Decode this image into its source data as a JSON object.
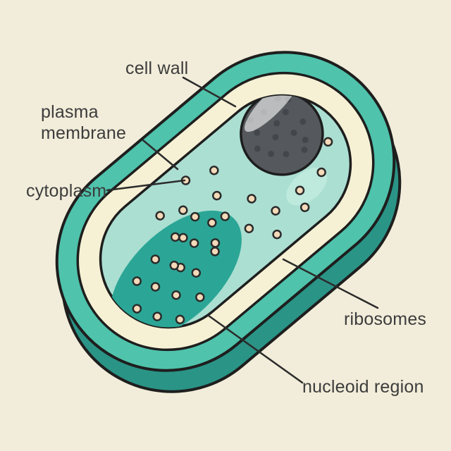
{
  "labels": {
    "cell_wall": "cell wall",
    "plasma_membrane": "plasma membrane",
    "cytoplasm": "cytoplasm",
    "ribosomes": "ribosomes",
    "nucleoid_region": "nucleoid region"
  },
  "colors": {
    "background": "#f2edda",
    "cell_side": "#2a9486",
    "cell_wall_outer": "#4fc3ab",
    "cell_wall_band": "#f6f1d4",
    "cytoplasm": "#abdfd2",
    "cytoplasm_light_patch": "#c4ece0",
    "nucleoid": "#2ba696",
    "granule_body": "#55595d",
    "granule_dots": "#43474b",
    "ribosome_fill": "#f4dab9",
    "ribosome_stroke": "#2b2b2b",
    "outline": "#1e1e1e",
    "leader_line": "#2b2b2b",
    "label_text": "#3c3c3c"
  },
  "diagram": {
    "ribosome_positions": {
      "upper": [
        [
          -15,
          -70
        ],
        [
          25,
          -55
        ],
        [
          -45,
          -40
        ],
        [
          5,
          -25
        ],
        [
          -5,
          5
        ],
        [
          40,
          10
        ],
        [
          -40,
          25
        ],
        [
          10,
          40
        ],
        [
          55,
          45
        ],
        [
          100,
          45
        ],
        [
          140,
          45
        ],
        [
          175,
          18
        ],
        [
          -70,
          -10
        ],
        [
          -75,
          -55
        ],
        [
          -100,
          20
        ],
        [
          90,
          68
        ],
        [
          35,
          72
        ]
      ],
      "nucleoid": [
        [
          -160,
          -5
        ],
        [
          -120,
          -12
        ],
        [
          -78,
          -18
        ],
        [
          -38,
          -22
        ],
        [
          -185,
          25
        ],
        [
          -145,
          18
        ],
        [
          -105,
          12
        ],
        [
          -63,
          6
        ],
        [
          -25,
          0
        ],
        [
          -170,
          52
        ],
        [
          -130,
          46
        ],
        [
          -88,
          40
        ],
        [
          -48,
          34
        ],
        [
          -148,
          76
        ],
        [
          -106,
          70
        ]
      ]
    },
    "granule_texture_dots": [
      [
        -26,
        -24
      ],
      [
        0,
        -40
      ],
      [
        24,
        -20
      ],
      [
        -10,
        -2
      ],
      [
        14,
        10
      ],
      [
        -30,
        12
      ],
      [
        34,
        6
      ],
      [
        4,
        -16
      ],
      [
        -14,
        26
      ],
      [
        20,
        28
      ],
      [
        38,
        -32
      ],
      [
        -40,
        -6
      ],
      [
        10,
        38
      ],
      [
        -22,
        -44
      ],
      [
        28,
        -42
      ]
    ]
  }
}
